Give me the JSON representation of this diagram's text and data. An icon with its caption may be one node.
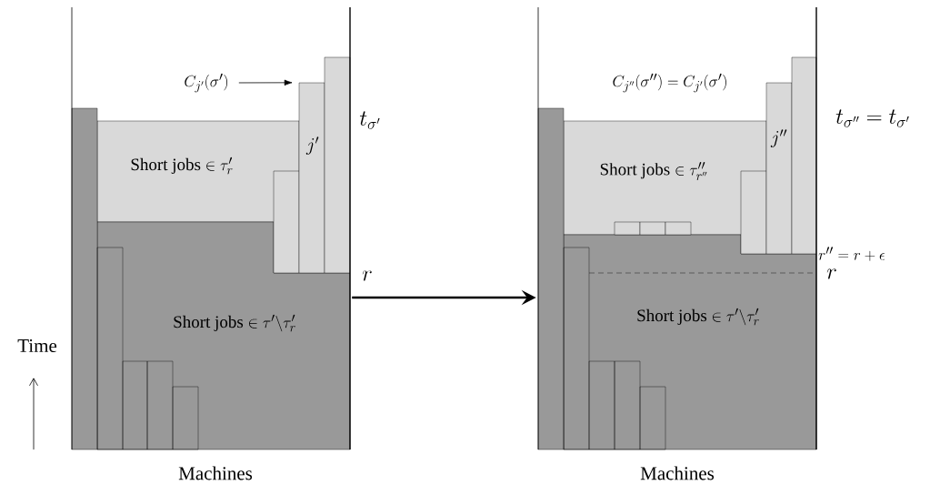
{
  "diagram": {
    "nodes": [
      {
        "text": [
          "Machines"
        ]
      },
      {
        "text": [
          "\\text{Short jobs} \\in \\tau'_r"
        ],
        "in": 0
      },
      {
        "text": [
          "\\text{Short jobs} \\in \\tau'\\backslash\\tau'_r"
        ],
        "in": 0
      },
      {
        "text": [
          "C_{j'}(\\sigma')"
        ],
        "in": 0
      },
      {
        "text": [],
        "shape": "bar",
        "in": 0
      },
      {
        "text": [],
        "shape": "bar",
        "in": 2
      },
      {
        "text": [],
        "shape": "bar",
        "in": 2
      },
      {
        "text": [],
        "shape": "bar",
        "in": 2
      },
      {
        "text": [],
        "shape": "bar",
        "in": 2
      },
      {
        "text": [],
        "shape": "bar",
        "in": 0
      },
      {
        "text": [
          "j'"
        ],
        "in": 0
      },
      {
        "text": [],
        "shape": "bar",
        "in": 0
      },
      {
        "text": [
          "Machines"
        ]
      },
      {
        "text": [
          "\\text{Short jobs} \\in \\tau''_{r''}"
        ],
        "in": 12
      },
      {
        "text": [
          "\\text{Short jobs} \\in \\tau'\\backslash\\tau'_r"
        ],
        "in": 12
      },
      {
        "text": [],
        "shape": "bar",
        "in": 12
      },
      {
        "text": [],
        "shape": "bar",
        "in": 14
      },
      {
        "text": [],
        "shape": "bar",
        "in": 14
      },
      {
        "text": [],
        "shape": "bar",
        "in": 14
      },
      {
        "text": [],
        "shape": "bar",
        "in": 14
      },
      {
        "text": [],
        "shape": "bar",
        "in": 13
      },
      {
        "text": [],
        "shape": "bar",
        "in": 13
      },
      {
        "text": [],
        "shape": "bar",
        "in": 13
      },
      {
        "text": [],
        "shape": "bar",
        "in": 12
      },
      {
        "text": [
          "j''"
        ],
        "in": 12
      },
      {
        "text": [],
        "shape": "bar",
        "in": 12
      }
    ],
    "edges": [
      {
        "from": 3,
        "to": 10,
        "arrow": "to"
      },
      {
        "from": 0,
        "to": 12,
        "arrow": "to",
        "style": "thick"
      }
    ],
    "labels": [
      "t_{\\sigma'}",
      "r",
      "Time",
      "C_{j''}(\\sigma'') = C_{j'}(\\sigma')",
      "t_{\\sigma''} = t_{\\sigma'}",
      "r'' = r + \\epsilon",
      "r"
    ]
  }
}
